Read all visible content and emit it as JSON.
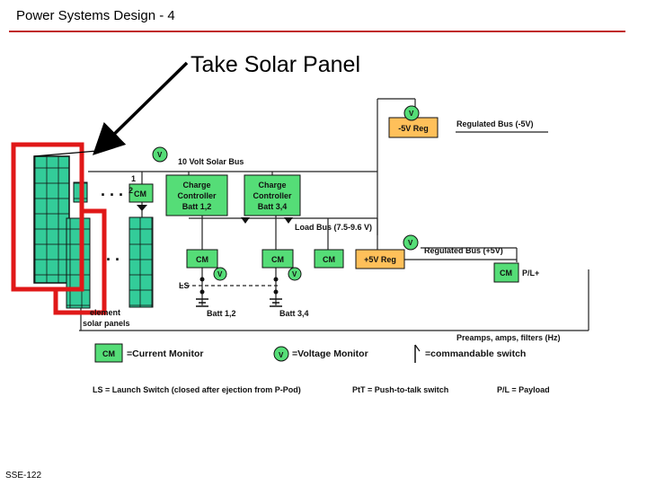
{
  "header": {
    "title": "Power Systems Design - 4"
  },
  "callout": {
    "text": "Take Solar Panel"
  },
  "footer": {
    "code": "SSE-122"
  },
  "colors": {
    "accent_red": "#c0282a",
    "green": "#33cc99",
    "monitor_green": "#55dd77",
    "reg_orange": "#ffc05a",
    "highlight_red": "#e01818"
  },
  "diagram": {
    "solar_bus": "10 Volt Solar Bus",
    "load_bus": "Load Bus (7.5-9.6 V)",
    "reg_minus_box": "-5V Reg",
    "reg_minus_label": "Regulated Bus (-5V)",
    "reg_plus_box": "+5V Reg",
    "reg_plus_label": "Regulated Bus (+5V)",
    "cc12": [
      "Charge",
      "Controller",
      "Batt 1,2"
    ],
    "cc34": [
      "Charge",
      "Controller",
      "Batt 3,4"
    ],
    "cm": "CM",
    "v": "V",
    "ls": "LS",
    "batt12": "Batt 1,2",
    "batt34": "Batt 3,4",
    "pl_plus": "P/L+",
    "one": "1",
    "two": "2",
    "element_lines": [
      "element",
      "solar panels"
    ],
    "preamps": "Preamps, amps, filters (Hz)",
    "legend": {
      "cm_text": "=Current Monitor",
      "v_text": "=Voltage Monitor",
      "sw_text": "=commandable switch"
    },
    "notes": {
      "ls": "LS = Launch Switch (closed after ejection from P-Pod)",
      "ptt": "PtT = Push-to-talk switch",
      "pl": "P/L = Payload"
    }
  }
}
